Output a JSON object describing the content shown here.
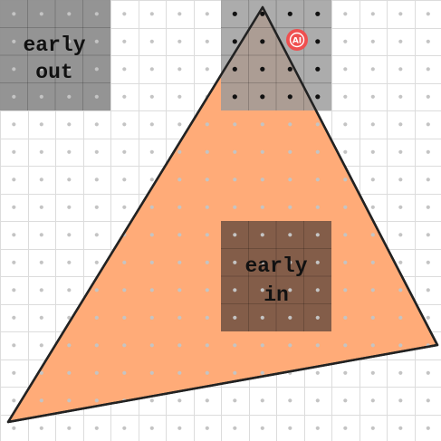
{
  "blocks": {
    "early_out": {
      "line1": "early",
      "line2": "out"
    },
    "early_in": {
      "line1": "early",
      "line2": "in"
    }
  },
  "badge": {
    "text": "AI"
  },
  "colors": {
    "background": "#ffffff",
    "grid_line": "#dcdcdc",
    "sample_dot": "#c4c4c4",
    "sample_dot_dark": "#111111",
    "triangle_fill": "#ffab78",
    "triangle_stroke": "#222222",
    "tile_early_out": "#8e8e8e",
    "tile_partial": "#9a9a9a",
    "tile_early_in": "#7a5746",
    "badge_fill": "#ef4f4f"
  }
}
